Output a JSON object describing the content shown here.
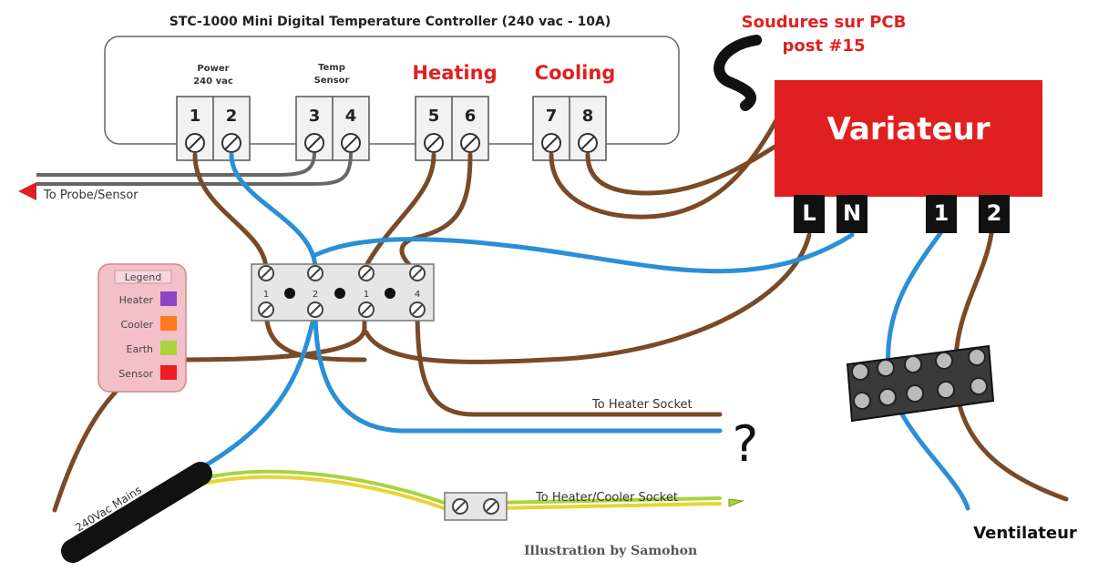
{
  "controller": {
    "title": "STC-1000  Mini Digital Temperature Controller  (240 vac - 10A)",
    "groups": {
      "power": [
        "Power",
        "240 vac"
      ],
      "temp": [
        "Temp",
        "Sensor"
      ],
      "heating": "Heating",
      "cooling": "Cooling"
    },
    "terminals": [
      "1",
      "2",
      "3",
      "4",
      "5",
      "6",
      "7",
      "8"
    ]
  },
  "annotation": {
    "pcb_line1": "Soudures sur PCB",
    "pcb_line2": "post #15",
    "question": "?"
  },
  "variateur": {
    "label": "Variateur",
    "terminals": [
      "L",
      "N",
      "1",
      "2"
    ]
  },
  "legend": {
    "title": "Legend",
    "items": [
      {
        "label": "Heater",
        "color": "#8e44c4"
      },
      {
        "label": "Cooler",
        "color": "#ff7a1a"
      },
      {
        "label": "Earth",
        "color": "#a9d43c"
      },
      {
        "label": "Sensor",
        "color": "#ee1c24"
      }
    ]
  },
  "connector_labels": [
    "1",
    "2",
    "1",
    "4"
  ],
  "labels": {
    "probe": "To Probe/Sensor",
    "heater_socket": "To Heater Socket",
    "heater_cooler_socket": "To Heater/Cooler Socket",
    "mains": "240Vac  Mains",
    "credit": "Illustration by Samohon",
    "ventilateur": "Ventilateur"
  },
  "colors": {
    "live": "#7a4a26",
    "neutral": "#2b8fd6",
    "earth": "#a9d43c",
    "variateur": "#e02020",
    "accent_red": "#e02020"
  }
}
